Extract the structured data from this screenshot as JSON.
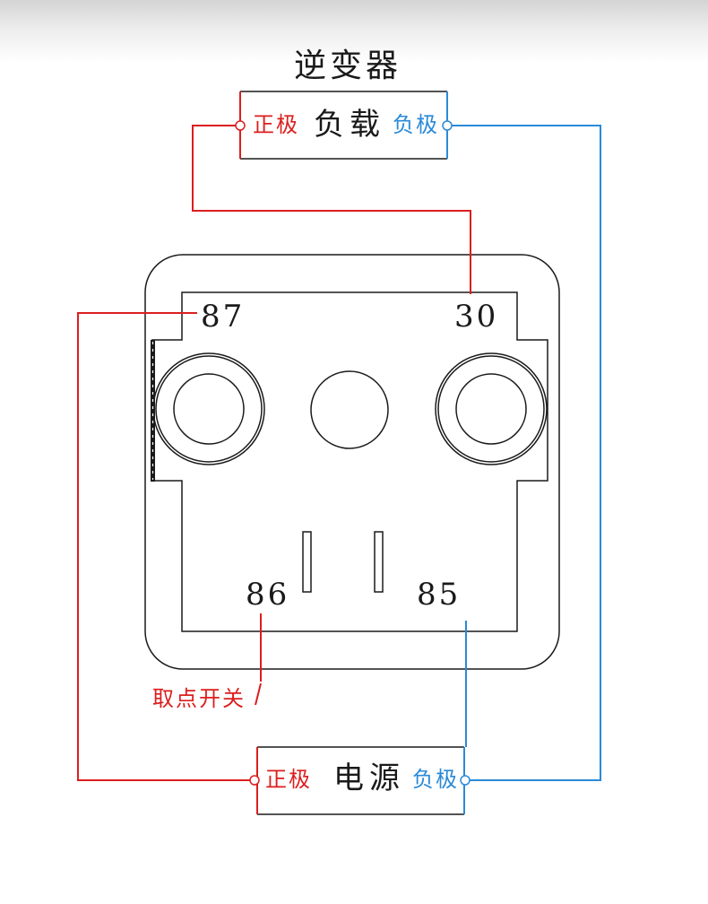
{
  "title": "逆变器",
  "load": {
    "label": "负载",
    "positive_label": "正极",
    "negative_label": "负极"
  },
  "power": {
    "label": "电源",
    "positive_label": "正极",
    "negative_label": "负极"
  },
  "relay": {
    "pins": {
      "p87": "87",
      "p30": "30",
      "p86": "86",
      "p85": "85"
    }
  },
  "switch": {
    "label": "取点开关"
  },
  "colors": {
    "positive_wire": "#dc1e1e",
    "negative_wire": "#2a8ad8",
    "outline": "#1a1a1a"
  }
}
